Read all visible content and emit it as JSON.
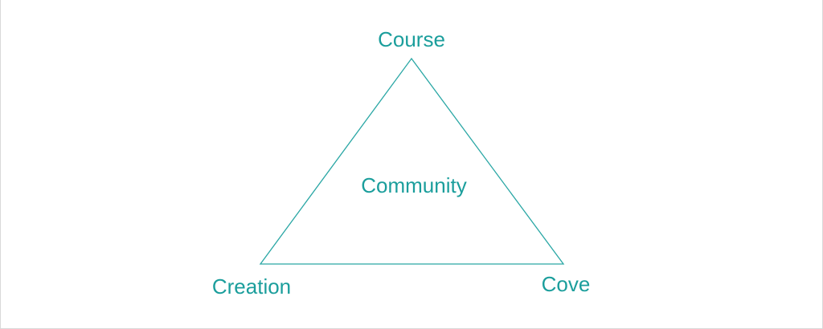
{
  "diagram": {
    "nodes": {
      "top": "Course",
      "center": "Community",
      "bottom_left": "Creation",
      "bottom_right": "Cove"
    },
    "colors": {
      "accent": "#1b9e9c",
      "stroke": "#2aa7a5",
      "background": "#ffffff",
      "frame": "#d9d9d9"
    }
  }
}
